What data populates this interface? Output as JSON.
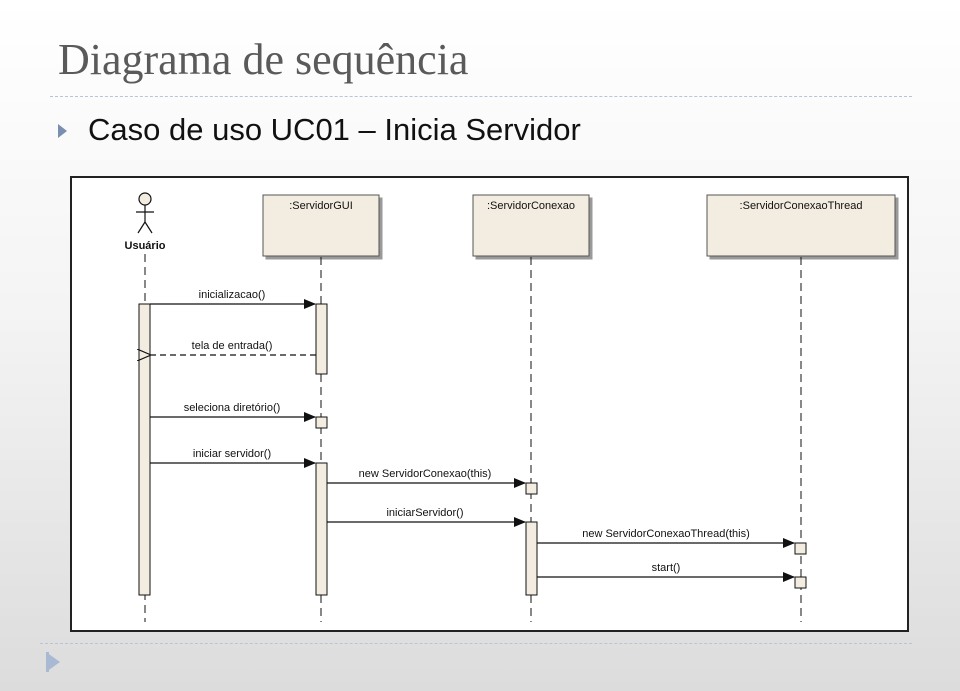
{
  "slide": {
    "title": "Diagrama de sequência",
    "bullet": "Caso de uso UC01 – Inicia Servidor"
  },
  "diagram": {
    "actor": {
      "name": "Usuário"
    },
    "lifelines": [
      {
        "name": ":ServidorGUI"
      },
      {
        "name": ":ServidorConexao"
      },
      {
        "name": ":ServidorConexaoThread"
      }
    ],
    "messages": [
      {
        "label": "inicializacao()",
        "from": "Usuário",
        "to": ":ServidorGUI",
        "kind": "call"
      },
      {
        "label": "tela de entrada()",
        "from": ":ServidorGUI",
        "to": "Usuário",
        "kind": "return"
      },
      {
        "label": "seleciona diretório()",
        "from": "Usuário",
        "to": ":ServidorGUI",
        "kind": "call"
      },
      {
        "label": "iniciar servidor()",
        "from": "Usuário",
        "to": ":ServidorGUI",
        "kind": "call"
      },
      {
        "label": "new ServidorConexao(this)",
        "from": ":ServidorGUI",
        "to": ":ServidorConexao",
        "kind": "call"
      },
      {
        "label": "iniciarServidor()",
        "from": ":ServidorGUI",
        "to": ":ServidorConexao",
        "kind": "call"
      },
      {
        "label": "new ServidorConexaoThread(this)",
        "from": ":ServidorConexao",
        "to": ":ServidorConexaoThread",
        "kind": "call"
      },
      {
        "label": "start()",
        "from": ":ServidorConexao",
        "to": ":ServidorConexaoThread",
        "kind": "call"
      }
    ],
    "colors": {
      "lifeline_box": "#f3ece0",
      "activation": "#f3ece0",
      "line": "#111111"
    }
  }
}
